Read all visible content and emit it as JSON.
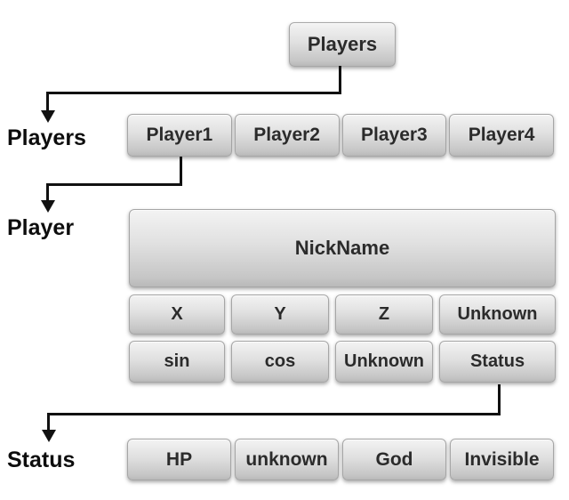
{
  "diagram": {
    "root_label": "Players",
    "players_row": {
      "label": "Players",
      "boxes": [
        "Player1",
        "Player2",
        "Player3",
        "Player4"
      ]
    },
    "player_table": {
      "label": "Player",
      "header": "NickName",
      "rows": [
        [
          "X",
          "Y",
          "Z",
          "Unknown"
        ],
        [
          "sin",
          "cos",
          "Unknown",
          "Status"
        ]
      ]
    },
    "status_row": {
      "label": "Status",
      "boxes": [
        "HP",
        "unknown",
        "God",
        "Invisible"
      ]
    },
    "colors": {
      "background": "#ffffff",
      "box_gradient_top": "#f3f3f3",
      "box_gradient_bottom": "#b9b9b9",
      "box_border": "#a6a6a6",
      "box_text": "#2b2b2b",
      "label_text": "#0d0d0d",
      "connector": "#111111"
    }
  }
}
